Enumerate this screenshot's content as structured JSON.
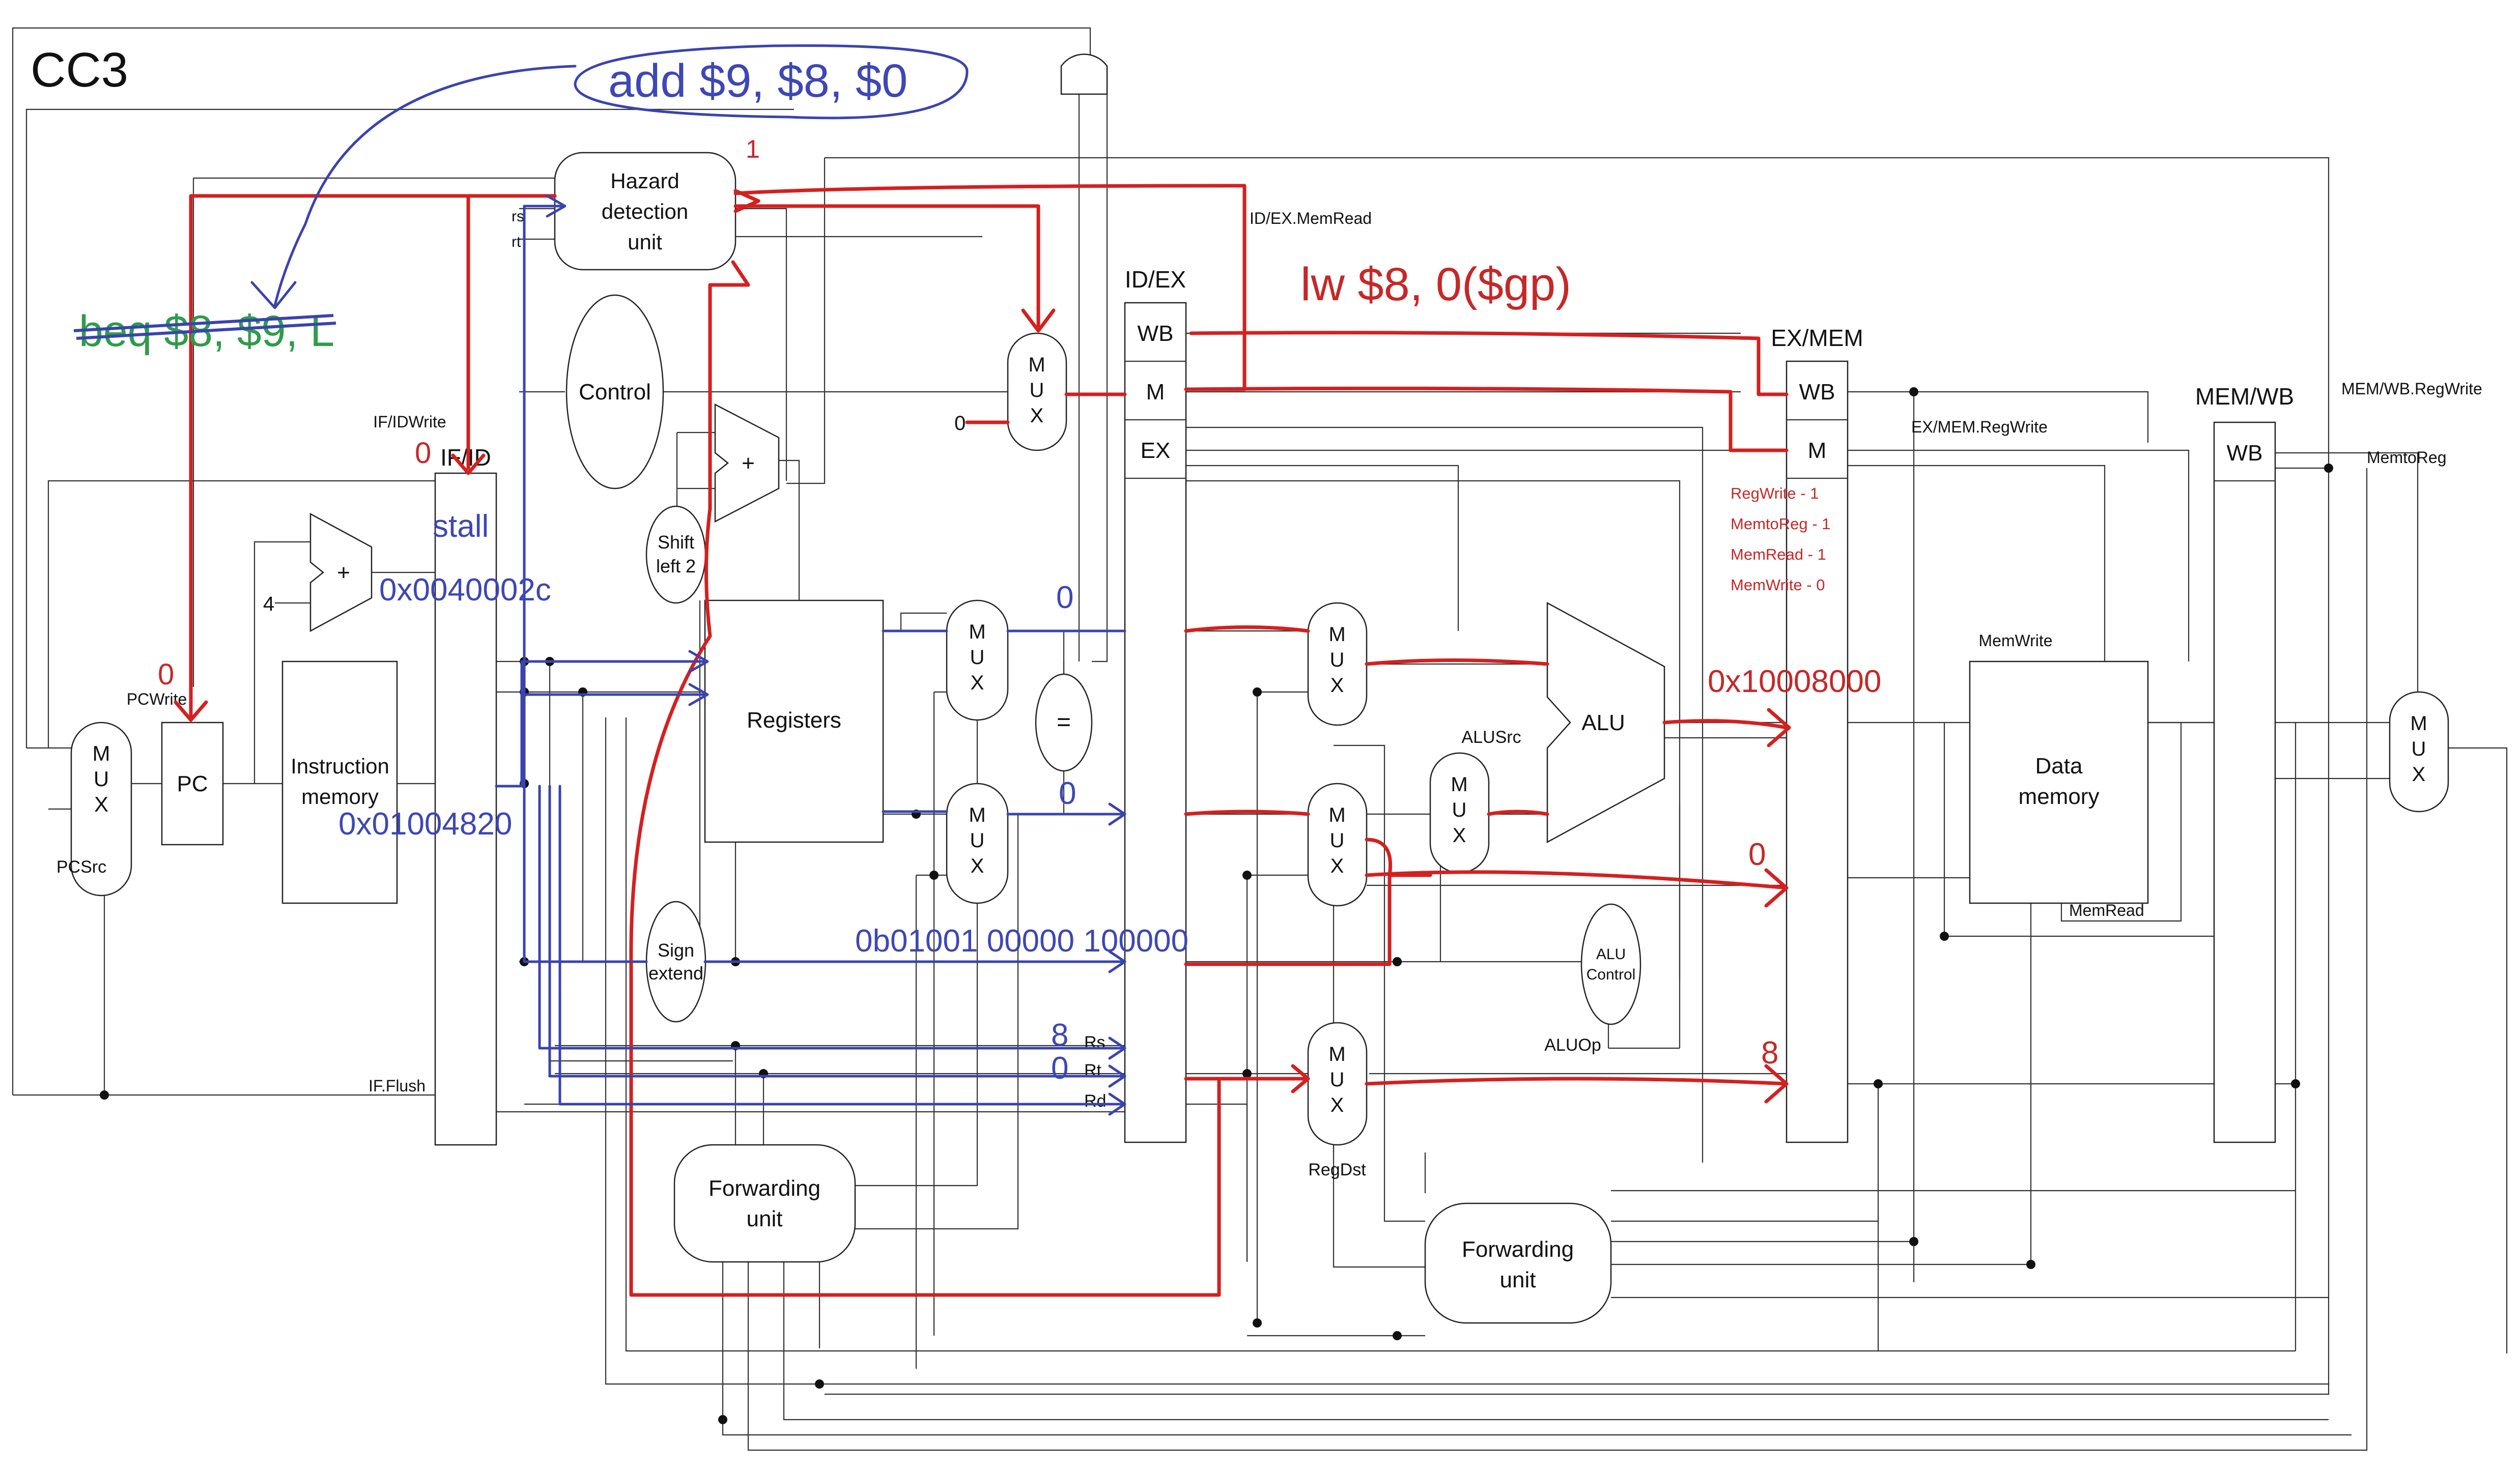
{
  "cycle_label": "CC3",
  "instructions": {
    "add": "add $9, $8, $0",
    "lw": "lw $8, 0($gp)",
    "beq": "beq $8, $9, L"
  },
  "blocks": {
    "hazard_unit": [
      "Hazard",
      "detection",
      "unit"
    ],
    "control": "Control",
    "pc": "PC",
    "instruction_memory": [
      "Instruction",
      "memory"
    ],
    "registers": "Registers",
    "shift_left_2": [
      "Shift",
      "left 2"
    ],
    "sign_extend": [
      "Sign",
      "extend"
    ],
    "alu": "ALU",
    "alu_control": [
      "ALU",
      "Control"
    ],
    "data_memory": [
      "Data",
      "memory"
    ],
    "forwarding_unit_id": [
      "Forwarding",
      "unit"
    ],
    "forwarding_unit_ex": [
      "Forwarding",
      "unit"
    ],
    "mux_letters": [
      "M",
      "U",
      "X"
    ],
    "equal": "=",
    "plus": "+",
    "const_4": "4",
    "const_0": "0"
  },
  "pipeline_registers": {
    "if_id": "IF/ID",
    "id_ex": "ID/EX",
    "ex_mem": "EX/MEM",
    "mem_wb": "MEM/WB",
    "wb": "WB",
    "m": "M",
    "ex": "EX"
  },
  "signals": {
    "pcwrite": "PCWrite",
    "ifidwrite": "IF/IDWrite",
    "pcsrc": "PCSrc",
    "ifflush": "IF.Flush",
    "idex_memread": "ID/EX.MemRead",
    "exmem_regwrite": "EX/MEM.RegWrite",
    "memwb_regwrite": "MEM/WB.RegWrite",
    "memtoreg": "MemtoReg",
    "memwrite": "MemWrite",
    "memread": "MemRead",
    "alusrc": "ALUSrc",
    "aluop": "ALUOp",
    "regdst": "RegDst",
    "rs_small": "rs",
    "rt_small": "rt",
    "rs": "Rs",
    "rt": "Rt",
    "rd": "Rd"
  },
  "annotations": {
    "hazard_out": "1",
    "pcwrite_value": "0",
    "ifidwrite_value": "0",
    "stall": "stall",
    "mux_zero_in": "0",
    "pc_plus4": "0x0040002c",
    "instruction": "0x01004820",
    "rs_val": "0",
    "rt_val": "0",
    "imm_bits": "0b01001 00000 100000",
    "rs_num": "8",
    "rt_num": "0",
    "alu_result": "0x10008000",
    "write_data": "0",
    "dest_reg": "8",
    "control_values": [
      "RegWrite - 1",
      "MemtoReg - 1",
      "MemRead - 1",
      "MemWrite - 0"
    ]
  },
  "colors": {
    "annotation_red": "#d42020",
    "annotation_blue": "#3a43b0",
    "annotation_green": "#2e9c4a",
    "wire": "#333333"
  }
}
